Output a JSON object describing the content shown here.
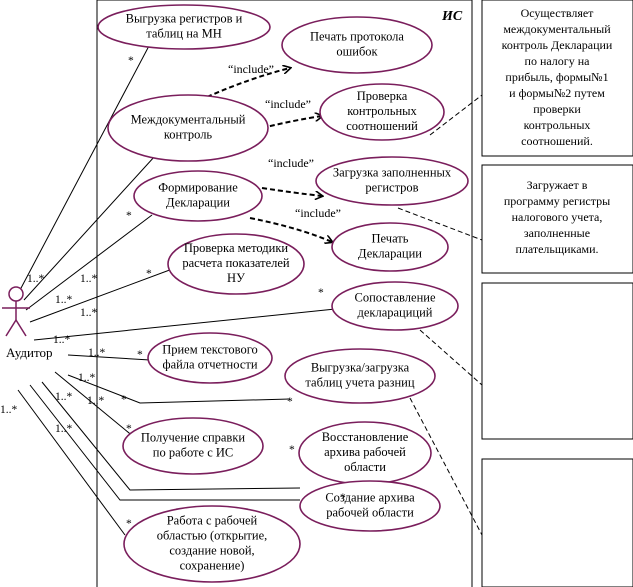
{
  "system": {
    "title": "ИС"
  },
  "actor": {
    "name": "Аудитор"
  },
  "use_cases": {
    "export_registers": [
      "Выгрузка регистров и",
      "таблиц на МН"
    ],
    "print_errors": [
      "Печать протокола",
      "ошибок"
    ],
    "interdoc_control": [
      "Междокументальный",
      "контроль"
    ],
    "check_ratios": [
      "Проверка",
      "контрольных",
      "соотношений"
    ],
    "form_declaration": [
      "Формирование",
      "Декларации"
    ],
    "load_registers": [
      "Загрузка заполненных",
      "регистров"
    ],
    "check_method": [
      "Проверка методики",
      "расчета показателей",
      "НУ"
    ],
    "print_declaration": [
      "Печать",
      "Декларации"
    ],
    "compare_declarations": [
      "Сопоставление",
      "декларациций"
    ],
    "receive_text_file": [
      "Прием текстового",
      "файла отчетности"
    ],
    "export_import_tables": [
      "Выгрузка/загрузка",
      "таблиц учета разниц"
    ],
    "get_help": [
      "Получение справки",
      "по работе с ИС"
    ],
    "restore_archive": [
      "Восстановление",
      "архива рабочей",
      "области"
    ],
    "create_archive": [
      "Создание архива",
      "рабочей области"
    ],
    "work_area": [
      "Работа с рабочей",
      "областью (открытие,",
      "создание новой,",
      "сохранение)"
    ]
  },
  "include_label": "“include”",
  "multiplicities": {
    "star": "*",
    "one_many": "1..*"
  },
  "notes": {
    "interdoc_note": [
      "Осуществляет",
      "междокументальный",
      "контроль Декларации",
      "по налогу на",
      "прибыль, формы№1",
      "и формы№2  путем",
      "проверки",
      "контрольных",
      "соотношений."
    ],
    "load_note": [
      "Загружает в",
      "программу регистры",
      "налогового учета,",
      "заполненные",
      "плательщиками."
    ]
  }
}
